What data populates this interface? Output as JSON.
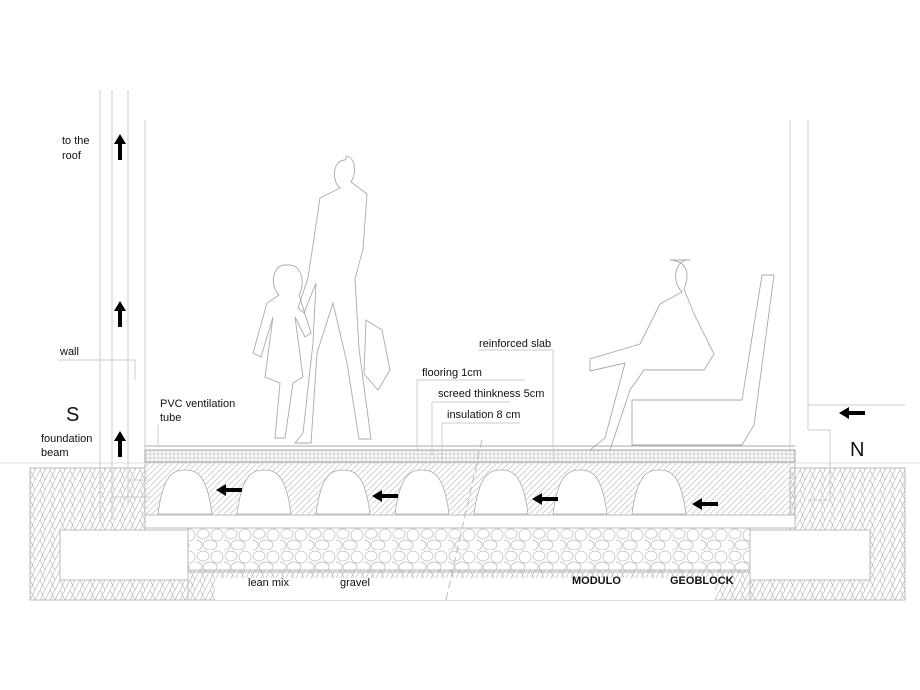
{
  "labels": {
    "to_the_roof_1": "to the",
    "to_the_roof_2": "roof",
    "wall": "wall",
    "south": "S",
    "foundation_1": "foundation",
    "foundation_2": "beam",
    "pvc_1": "PVC ventilation",
    "pvc_2": "tube",
    "flooring": "flooring 1cm",
    "screed": "screed thinkness 5cm",
    "insulation": "insulation 8 cm",
    "slab": "reinforced slab",
    "north": "N",
    "lean_mix": "lean mix",
    "gravel": "gravel",
    "modulo": "MODULO",
    "geoblock": "GEOBLOCK"
  },
  "colors": {
    "line": "#b8b8b8",
    "arrow": "#000000",
    "text": "#111111"
  }
}
